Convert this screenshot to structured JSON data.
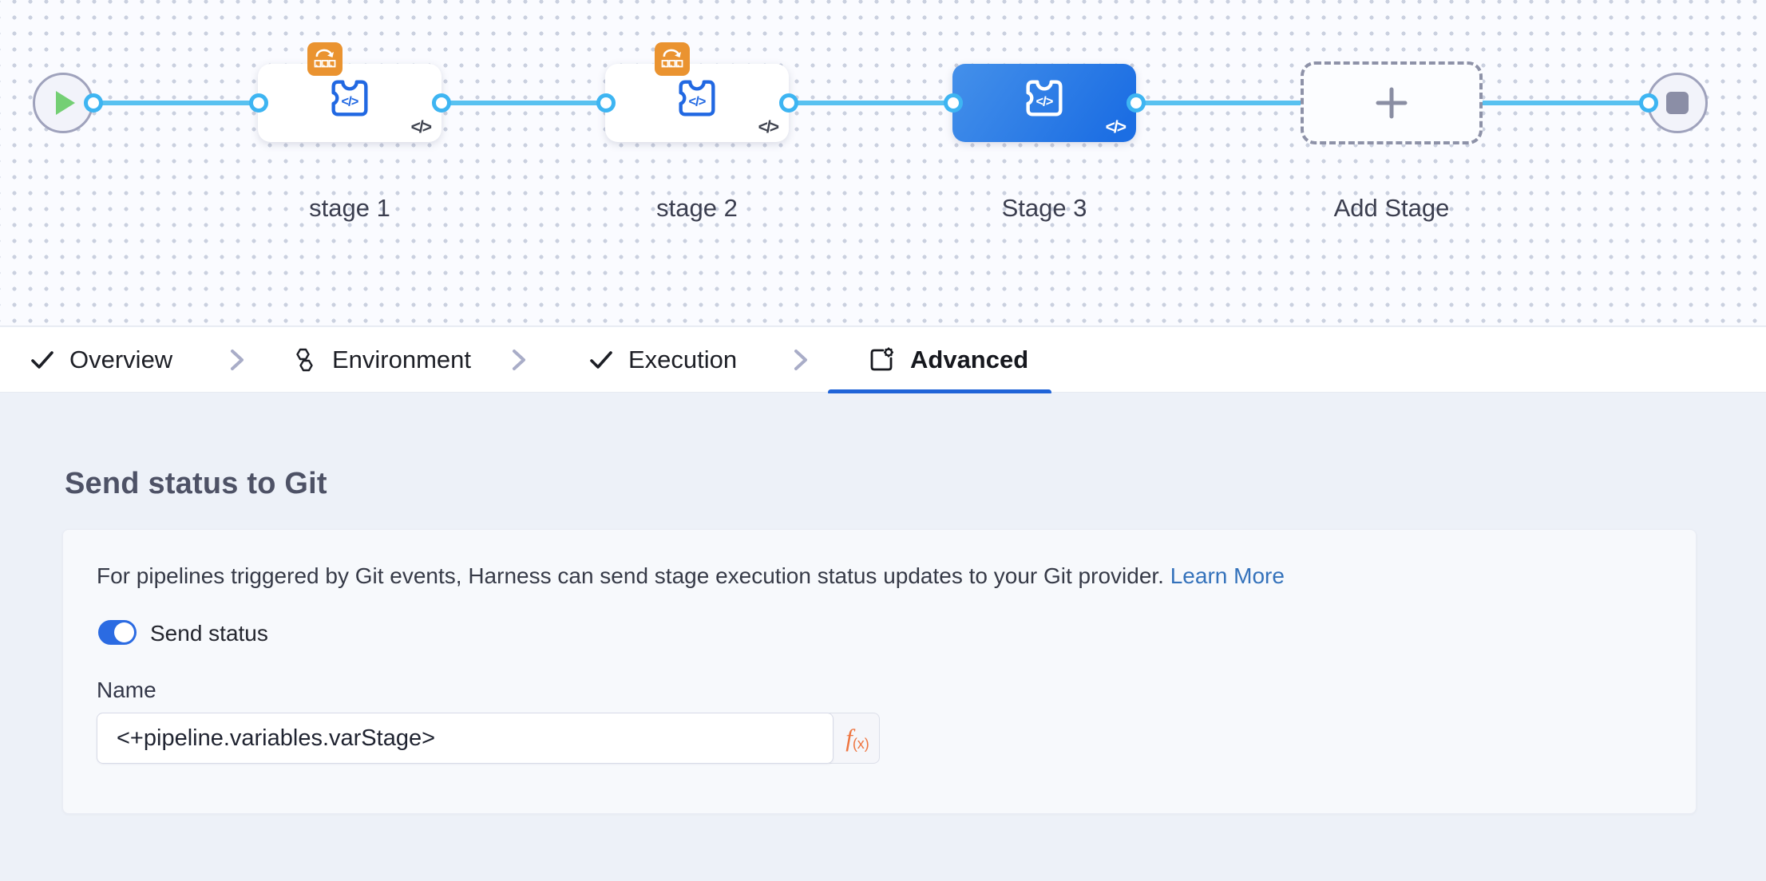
{
  "pipeline": {
    "stages": [
      {
        "name": "stage 1",
        "selected": false,
        "has_badge": true
      },
      {
        "name": "stage 2",
        "selected": false,
        "has_badge": true
      },
      {
        "name": "Stage 3",
        "selected": true,
        "has_badge": false
      }
    ],
    "add_stage_label": "Add Stage",
    "code_glyph": "</>",
    "colors": {
      "connector": "#58c1f0",
      "selected_stage": "#2b79e5",
      "badge": "#ea9330"
    }
  },
  "tabs": {
    "items": [
      {
        "label": "Overview",
        "icon": "check-icon",
        "active": false
      },
      {
        "label": "Environment",
        "icon": "environment-icon",
        "active": false
      },
      {
        "label": "Execution",
        "icon": "check-icon",
        "active": false
      },
      {
        "label": "Advanced",
        "icon": "advanced-icon",
        "active": true
      }
    ],
    "active_underline_color": "#2064d8"
  },
  "panel": {
    "title": "Send status to Git",
    "description": "For pipelines triggered by Git events, Harness can send stage execution status updates to your Git provider.",
    "learn_more_label": "Learn More",
    "toggle_label": "Send status",
    "toggle_on": true,
    "name_label": "Name",
    "name_value": "<+pipeline.variables.varStage>",
    "fx_f": "f",
    "fx_sub": "(x)",
    "accent_blue": "#2b6be2",
    "link_color": "#3472bb",
    "fx_color": "#ee7540"
  }
}
